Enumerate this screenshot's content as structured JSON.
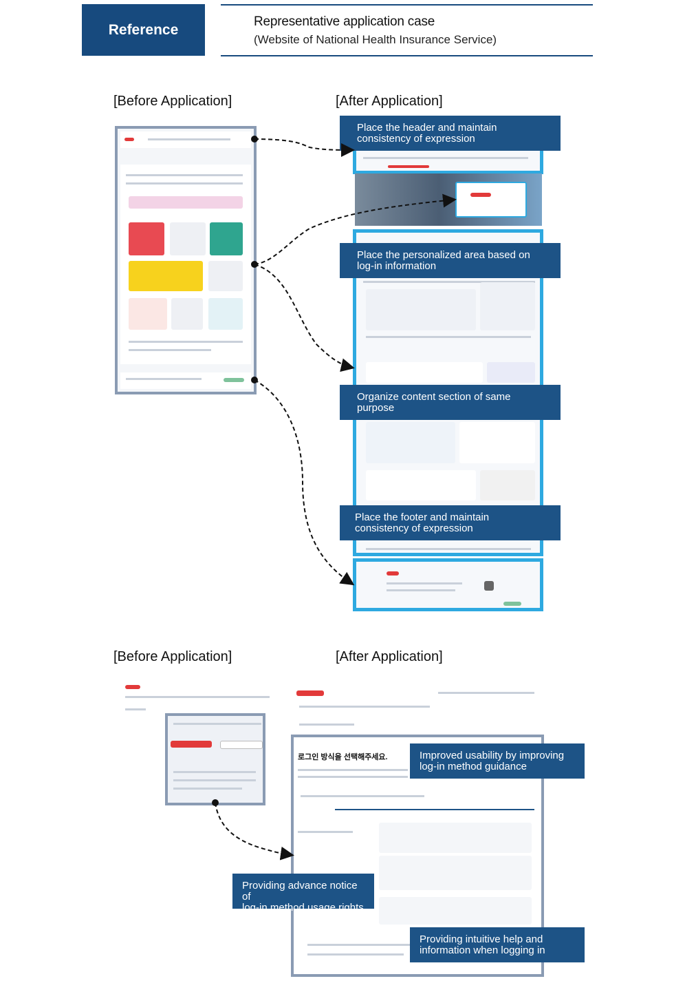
{
  "reference": {
    "badge": "Reference",
    "title": "Representative application case",
    "subtitle": "(Website of National Health Insurance Service)"
  },
  "section1": {
    "before_label": "[Before Application]",
    "after_label": "[After Application]",
    "callouts": [
      {
        "line1": "Place the header and maintain",
        "line2": "consistency of expression"
      },
      {
        "line1": "Place the personalized area based on",
        "line2": "log-in information"
      },
      {
        "line1": "Organize content section of same",
        "line2": "purpose"
      },
      {
        "line1": "Place the footer and maintain",
        "line2": "consistency of expression"
      }
    ]
  },
  "section2": {
    "before_label": "[Before Application]",
    "after_label": "[After Application]",
    "callouts": [
      {
        "line1": "Improved usability by improving",
        "line2": "log-in method guidance"
      },
      {
        "line1": "Providing advance notice of",
        "line2": "log-in method usage rights"
      },
      {
        "line1": "Providing intuitive help and",
        "line2": "information when logging in"
      }
    ],
    "login_heading": "로그인 방식을 선택해주세요."
  },
  "colors": {
    "navy": "#174a7e",
    "callout": "#1d5386",
    "highlight": "#2ea9e0",
    "frame": "#8a9bb3",
    "accent_red": "#e23a3a"
  }
}
